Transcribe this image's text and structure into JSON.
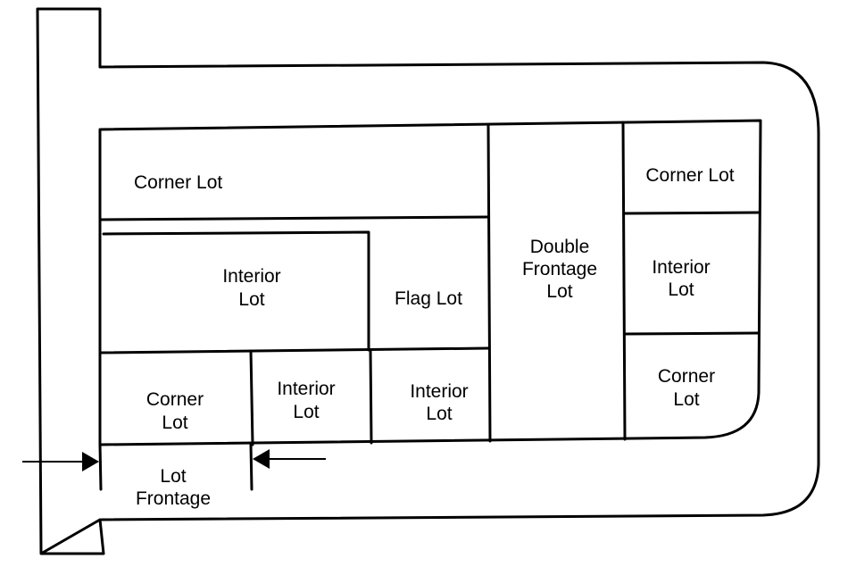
{
  "lots": {
    "corner_top_left": "Corner Lot",
    "interior_left": [
      "Interior",
      "Lot"
    ],
    "flag": "Flag Lot",
    "double_frontage": [
      "Double",
      "Frontage",
      "Lot"
    ],
    "corner_top_right": "Corner Lot",
    "interior_right": [
      "Interior",
      "Lot"
    ],
    "corner_bottom_right": [
      "Corner",
      "Lot"
    ],
    "corner_bottom_left": [
      "Corner",
      "Lot"
    ],
    "interior_bottom_mid": [
      "Interior",
      "Lot"
    ],
    "interior_bottom_right": [
      "Interior",
      "Lot"
    ]
  },
  "frontage": [
    "Lot",
    "Frontage"
  ]
}
